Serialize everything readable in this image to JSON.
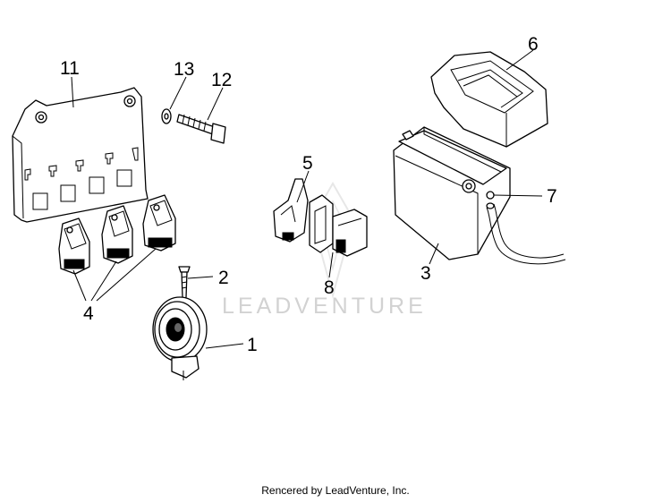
{
  "watermark": "LEADVENTURE",
  "footer": "Rencered by LeadVenture, Inc.",
  "callouts": {
    "c1": "1",
    "c2": "2",
    "c3": "3",
    "c4": "4",
    "c5": "5",
    "c6": "6",
    "c7": "7",
    "c8": "8",
    "c11": "11",
    "c12": "12",
    "c13": "13"
  }
}
